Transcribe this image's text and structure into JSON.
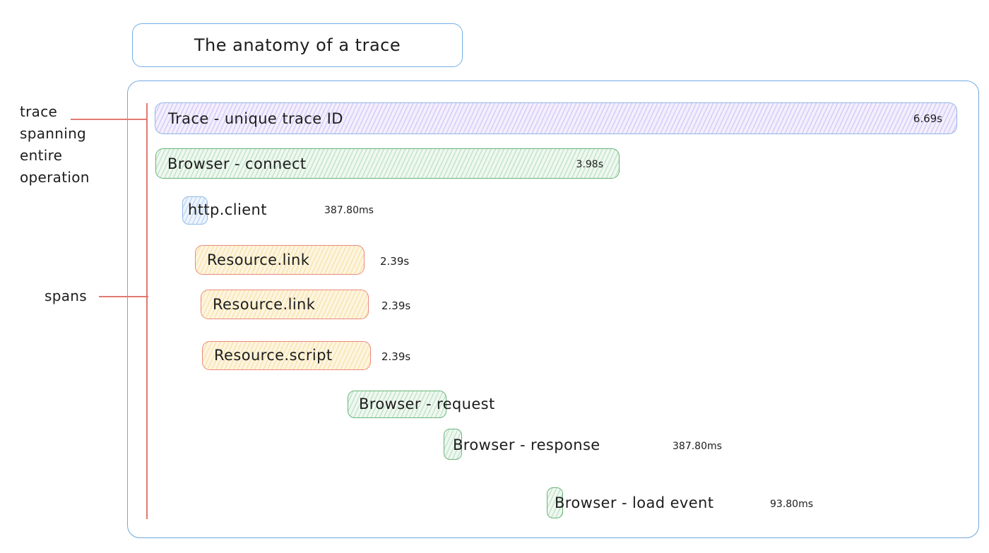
{
  "title": "The anatomy of a trace",
  "annotations": {
    "trace": "trace spanning entire operation",
    "spans": "spans"
  },
  "trace_bar": {
    "label": "Trace - unique trace ID",
    "duration": "6.69s"
  },
  "spans": [
    {
      "label": "Browser - connect",
      "duration": "3.98s",
      "kind": "green"
    },
    {
      "label": "http.client",
      "duration": "387.80ms",
      "kind": "blue"
    },
    {
      "label": "Resource.link",
      "duration": "2.39s",
      "kind": "yellow"
    },
    {
      "label": "Resource.link",
      "duration": "2.39s",
      "kind": "yellow"
    },
    {
      "label": "Resource.script",
      "duration": "2.39s",
      "kind": "yellow"
    },
    {
      "label": "Browser - request",
      "duration": "",
      "kind": "green"
    },
    {
      "label": "Browser - response",
      "duration": "387.80ms",
      "kind": "green"
    },
    {
      "label": "Browser - load event",
      "duration": "93.80ms",
      "kind": "green"
    }
  ],
  "colors": {
    "container_border": "#74a7e0",
    "trace_fill": "#e9e4f9",
    "trace_border": "#93b6e6",
    "green_border": "#69b579",
    "yellow_border": "#ea8a7c",
    "blue_border": "#90bce8",
    "annotation_red": "#e07a72",
    "text": "#1d1d1d"
  }
}
